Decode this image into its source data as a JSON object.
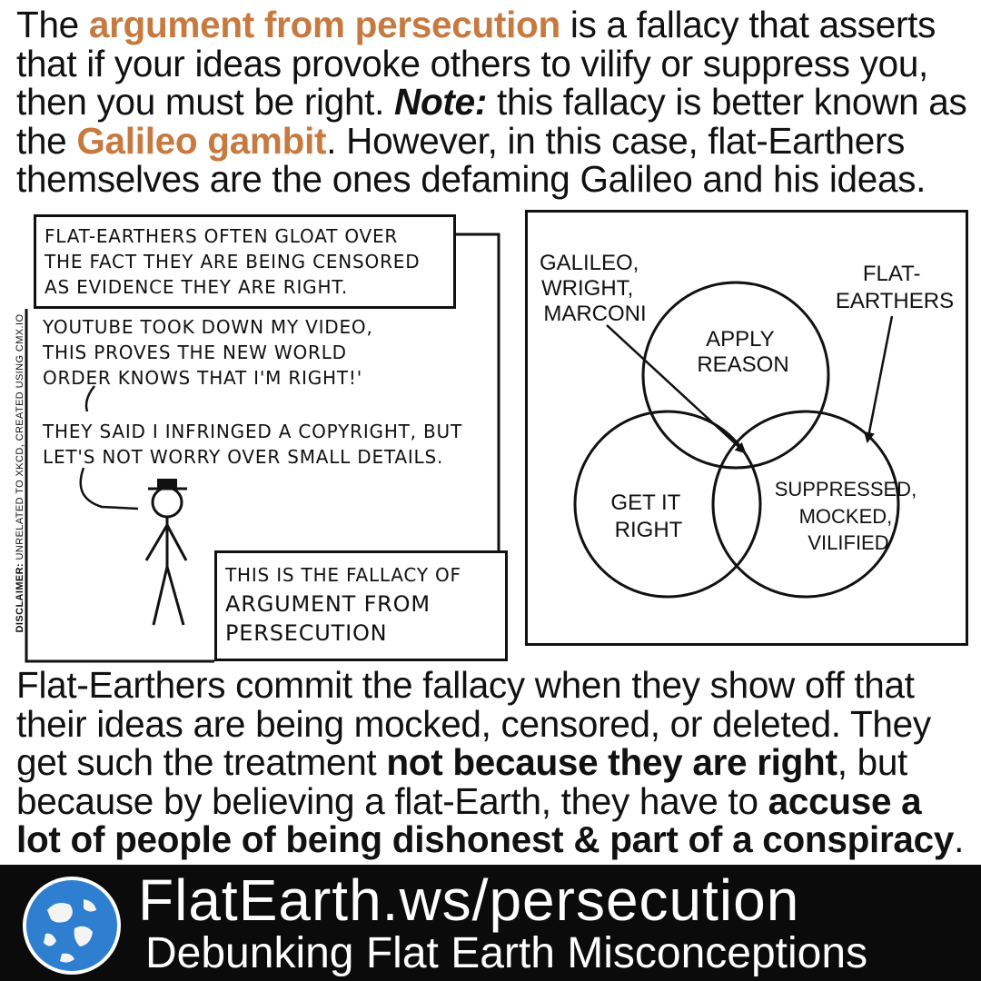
{
  "intro": {
    "p1": "The ",
    "hl1": "argument from persecution",
    "p2": " is a fallacy that asserts that if your ideas provoke others to vilify or suppress you, then you must be right. ",
    "note_label": "Note:",
    "p3": " this fallacy is better known as the ",
    "hl2": "Galileo gambit",
    "p4": ". However, in this case, flat-Earthers themselves are the ones defaming Galileo and his ideas."
  },
  "comic": {
    "caption_top": "FLAT-EARTHERS OFTEN GLOAT OVER\nTHE FACT THEY ARE BEING CENSORED\nAS EVIDENCE THEY ARE RIGHT.",
    "speech1": "YOUTUBE TOOK DOWN MY VIDEO,\nTHIS PROVES THE NEW WORLD\nORDER KNOWS THAT I'M RIGHT!'",
    "speech2": "THEY SAID I INFRINGED A COPYRIGHT, BUT\nLET'S NOT WORRY OVER SMALL DETAILS.",
    "caption_bottom_1": "THIS IS THE FALLACY OF",
    "caption_bottom_2": "ARGUMENT FROM\nPERSECUTION"
  },
  "disclaimer": {
    "label": "DISCLAIMER:",
    "text": " UNRELATED TO XKCD, CREATED USING CMX.IO"
  },
  "venn": {
    "label_top": [
      "APPLY",
      "REASON"
    ],
    "label_left": [
      "GET IT",
      "RIGHT"
    ],
    "label_right": [
      "SUPPRESSED,",
      "MOCKED,",
      "VILIFIED"
    ],
    "callout_left": [
      "GALILEO,",
      "WRIGHT,",
      "MARCONI"
    ],
    "callout_right": [
      "FLAT-",
      "EARTHERS"
    ]
  },
  "outro": {
    "p1": "Flat-Earthers commit the fallacy when they show off that their ideas are being mocked, censored, or deleted. They get such the treatment ",
    "b1": "not because they are right",
    "p2": ", but because by believing a flat-Earth, they have to ",
    "b2": "accuse a lot of people of being dishonest & part of a conspiracy",
    "p3": "."
  },
  "footer": {
    "url": "FlatEarth.ws/persecution",
    "tagline": "Debunking Flat Earth Misconceptions",
    "globe_color": "#2f7fd0",
    "background": "#0b0b0b",
    "accent": "#c77a40"
  }
}
